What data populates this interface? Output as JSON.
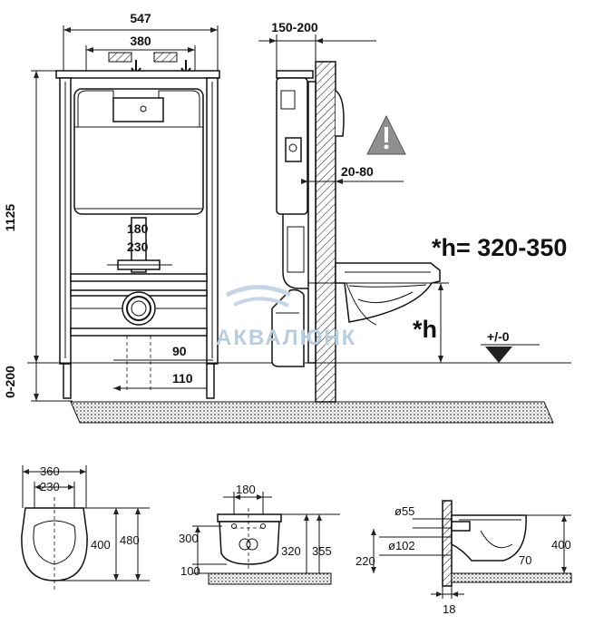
{
  "watermark": "АКВАЛЮНК",
  "front": {
    "width_total": "547",
    "width_inner": "380",
    "height": "1125",
    "height_adjust": "0-200",
    "pipe_a": "180",
    "pipe_b": "230",
    "drain_h": "90",
    "drain_w": "110"
  },
  "side": {
    "wall_depth": "150-200",
    "offset": "20-80",
    "seat_height": "*h= 320-350",
    "h_label": "*h",
    "level_label": "+/-0",
    "warning_icon": "warning-triangle-icon"
  },
  "bowl_top": {
    "w1": "360",
    "w2": "230",
    "l1": "400",
    "l2": "480"
  },
  "bowl_back": {
    "w": "180",
    "h1": "300",
    "h2": "100",
    "h3": "320",
    "h4": "355"
  },
  "bowl_side": {
    "d1": "ø55",
    "d2": "ø102",
    "h1": "220",
    "l1": "70",
    "l2": "400",
    "w": "18"
  }
}
